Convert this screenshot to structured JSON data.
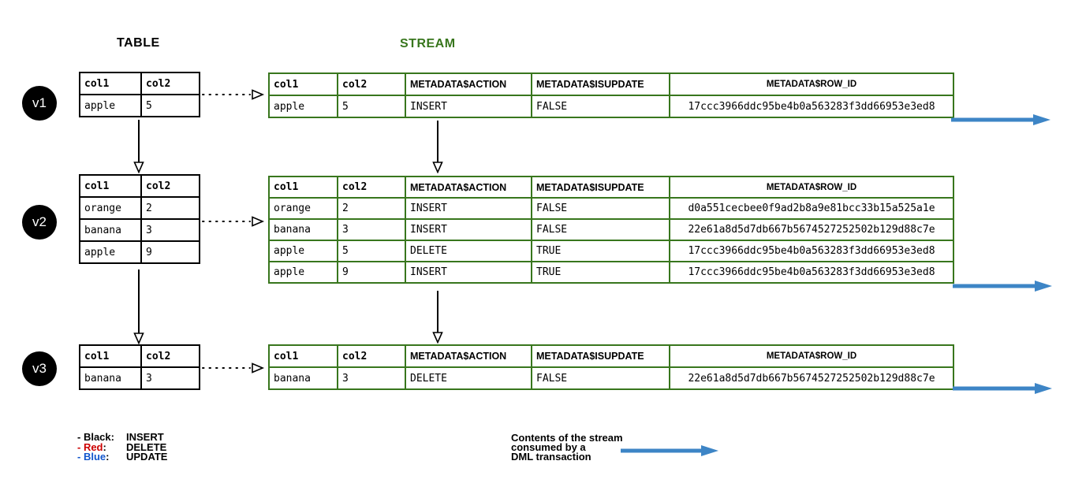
{
  "headings": {
    "table": "TABLE",
    "stream": "STREAM"
  },
  "colors": {
    "stream_green": "#38761d",
    "arrow_blue": "#3d85c6",
    "update_blue": "#2f6ec4",
    "legend_blue": "#1155cc",
    "delete_red": "#cc0000",
    "insert_black": "#000000"
  },
  "versions": [
    {
      "label": "v1",
      "table": {
        "headers": [
          "col1",
          "col2"
        ],
        "rows": [
          [
            "apple",
            "5"
          ]
        ]
      },
      "stream": {
        "headers": [
          "col1",
          "col2",
          "METADATA$ACTION",
          "METADATA$ISUPDATE",
          "METADATA$ROW_ID"
        ],
        "rows": [
          [
            "apple",
            "5",
            "INSERT",
            "FALSE",
            "17ccc3966ddc95be4b0a563283f3dd66953e3ed8"
          ]
        ]
      }
    },
    {
      "label": "v2",
      "table": {
        "headers": [
          "col1",
          "col2"
        ],
        "rows": [
          [
            "orange",
            "2"
          ],
          [
            "banana",
            "3"
          ],
          [
            "apple",
            "9"
          ]
        ]
      },
      "stream": {
        "headers": [
          "col1",
          "col2",
          "METADATA$ACTION",
          "METADATA$ISUPDATE",
          "METADATA$ROW_ID"
        ],
        "rows": [
          [
            "orange",
            "2",
            "INSERT",
            "FALSE",
            "d0a551cecbee0f9ad2b8a9e81bcc33b15a525a1e"
          ],
          [
            "banana",
            "3",
            "INSERT",
            "FALSE",
            "22e61a8d5d7db667b5674527252502b129d88c7e"
          ],
          [
            "apple",
            "5",
            "DELETE",
            "TRUE",
            "17ccc3966ddc95be4b0a563283f3dd66953e3ed8"
          ],
          [
            "apple",
            "9",
            "INSERT",
            "TRUE",
            "17ccc3966ddc95be4b0a563283f3dd66953e3ed8"
          ]
        ]
      }
    },
    {
      "label": "v3",
      "table": {
        "headers": [
          "col1",
          "col2"
        ],
        "rows": [
          [
            "banana",
            "3"
          ]
        ]
      },
      "stream": {
        "headers": [
          "col1",
          "col2",
          "METADATA$ACTION",
          "METADATA$ISUPDATE",
          "METADATA$ROW_ID"
        ],
        "rows": [
          [
            "banana",
            "3",
            "DELETE",
            "FALSE",
            "22e61a8d5d7db667b5674527252502b129d88c7e"
          ]
        ]
      }
    }
  ],
  "legend": {
    "items": [
      {
        "label": "- Black",
        "colon": ":",
        "value": "INSERT"
      },
      {
        "label": "- Red",
        "colon": ":",
        "value": "DELETE"
      },
      {
        "label": "- Blue",
        "colon": ":",
        "value": "UPDATE"
      }
    ]
  },
  "caption": {
    "line1": "Contents of the stream",
    "line2": "consumed by a",
    "line3": "DML transaction"
  }
}
